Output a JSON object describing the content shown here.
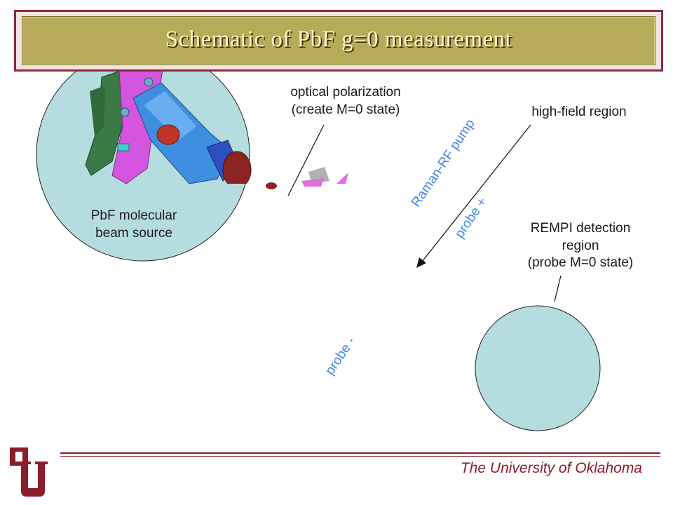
{
  "title": "Schematic of PbF g=0 measurement",
  "labels": {
    "optical_line1": "optical polarization",
    "optical_line2": "(create M=0 state)",
    "high_field": "high-field region",
    "source_line1": "PbF molecular",
    "source_line2": "beam source",
    "rempi_line1": "REMPI detection",
    "rempi_line2": "region",
    "rempi_line3": "(probe M=0 state)"
  },
  "laser_labels": {
    "raman": "Raman-RF pump",
    "probe_plus": "probe +",
    "probe_minus": "probe -"
  },
  "footer": {
    "university": "The University of Oklahoma"
  },
  "colors": {
    "circle_fill": "#b5dde0",
    "laser_text": "#3f86e6",
    "crimson": "#8b1d2c",
    "banner": "#b5ab58"
  },
  "icons": {
    "logo": "ou-logo-icon"
  }
}
